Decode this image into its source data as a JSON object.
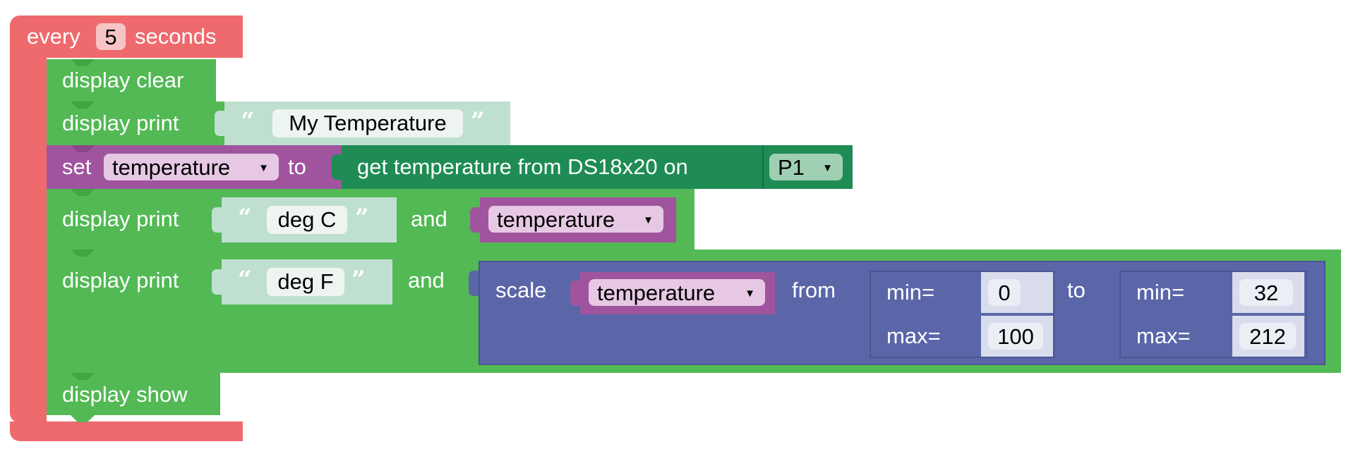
{
  "loop": {
    "label_prefix": "every",
    "interval": "5",
    "label_suffix": "seconds"
  },
  "statements": {
    "display_clear": "display clear",
    "print1": {
      "label": "display print",
      "text": "My Temperature"
    },
    "set_var": {
      "set_label": "set",
      "variable": "temperature",
      "to_label": "to",
      "sensor_label": "get temperature from DS18x20 on",
      "pin": "P1"
    },
    "print2": {
      "label": "display print",
      "text": "deg C",
      "and_label": "and",
      "variable": "temperature"
    },
    "print3": {
      "label": "display print",
      "text": "deg F",
      "and_label": "and",
      "scale": {
        "scale_label": "scale",
        "variable": "temperature",
        "from_label": "from",
        "to_label": "to",
        "from_range": {
          "min_label": "min=",
          "min": "0",
          "max_label": "max=",
          "max": "100"
        },
        "to_range": {
          "min_label": "min=",
          "min": "32",
          "max_label": "max=",
          "max": "212"
        }
      }
    },
    "display_show": "display show"
  },
  "colors": {
    "loop": "#ee6a6d",
    "display": "#52b954",
    "sensor": "#1e8c54",
    "variable": "#a0549e",
    "scale": "#5a66a8",
    "text_block": "#bfe0d1"
  }
}
